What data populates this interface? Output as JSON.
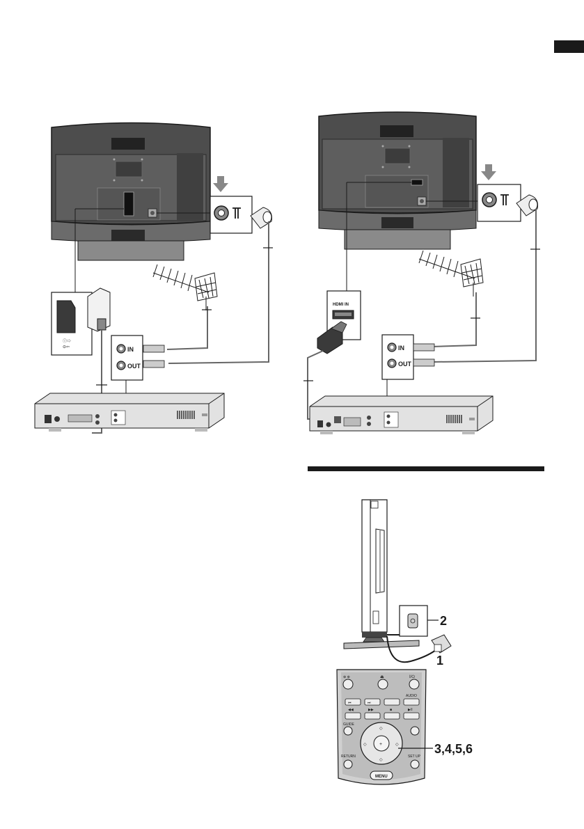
{
  "connection_left": {
    "port_in_label": "IN",
    "port_out_label": "OUT"
  },
  "connection_right": {
    "hdmi_port_label": "HDMI IN",
    "port_in_label": "IN",
    "port_out_label": "OUT"
  },
  "power_setup": {
    "callout_1": "1",
    "callout_2": "2",
    "callout_remote": "3,4,5,6"
  },
  "remote": {
    "guide_label": "GUIDE",
    "audio_label": "AUDIO",
    "return_label": "RETURN",
    "setup_label": "SET UP",
    "menu_label": "MENU"
  },
  "colors": {
    "ink": "#1a1a1a",
    "tv_body": "#4a4a4a",
    "tv_panel": "#5a5a5a",
    "device_body": "#dcdcdc"
  }
}
